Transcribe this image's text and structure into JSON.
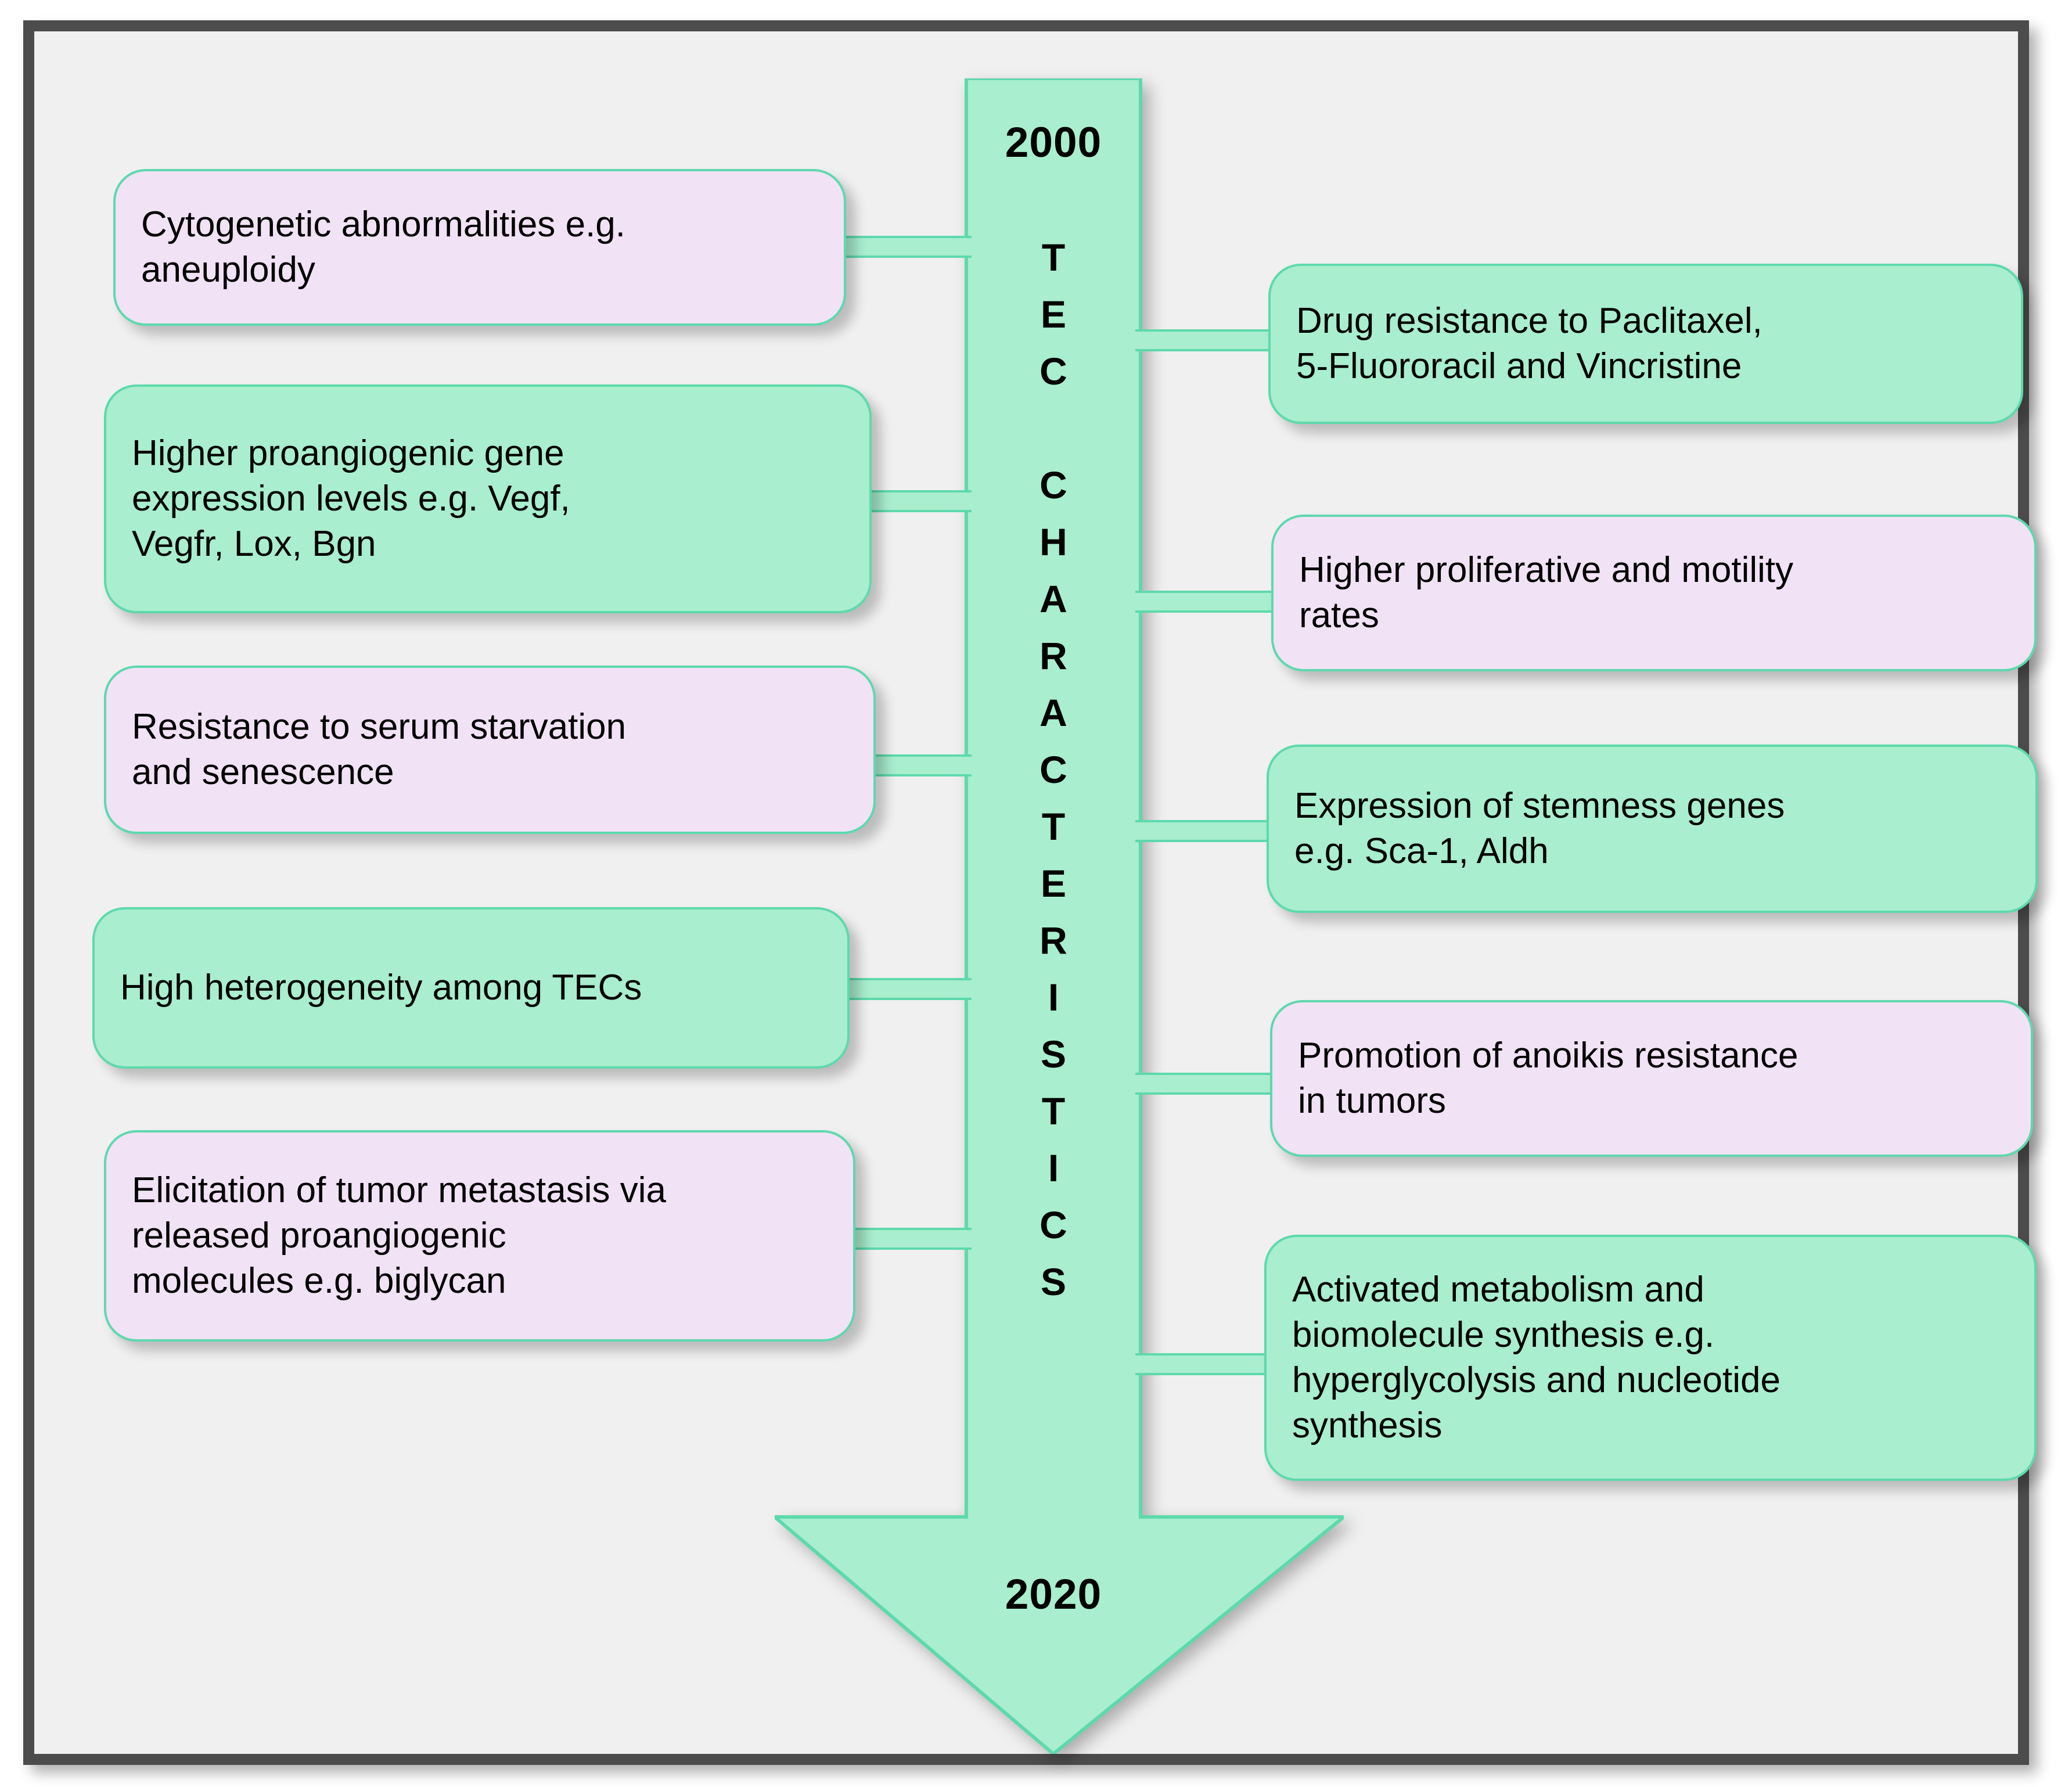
{
  "diagram": {
    "title_vertical": "T\nE\nC\n\nC\nH\nA\nR\nA\nC\nT\nE\nR\nI\nS\nT\nI\nC\nS",
    "timeline_start": "2000",
    "timeline_end": "2020",
    "colors": {
      "green_fill": "#a9eece",
      "pink_fill": "#f2e2f6",
      "border": "#5ed9ad",
      "frame": "#4c4c4c",
      "canvas": "#f0f0f0"
    },
    "left_items": [
      {
        "text": "Cytogenetic abnormalities e.g.\naneuploidy",
        "color": "pink"
      },
      {
        "text": "Higher proangiogenic gene\nexpression levels e.g. Vegf,\nVegfr, Lox, Bgn",
        "color": "green"
      },
      {
        "text": "Resistance to serum starvation\nand senescence",
        "color": "pink"
      },
      {
        "text": "High heterogeneity among TECs",
        "color": "green"
      },
      {
        "text": "Elicitation of tumor metastasis via\nreleased proangiogenic\nmolecules e.g. biglycan",
        "color": "pink"
      }
    ],
    "right_items": [
      {
        "text": "Drug resistance to Paclitaxel,\n5-Fluororacil and Vincristine",
        "color": "green"
      },
      {
        "text": "Higher proliferative and motility\nrates",
        "color": "pink"
      },
      {
        "text": "Expression of stemness genes\ne.g. Sca-1, Aldh",
        "color": "green"
      },
      {
        "text": "Promotion of anoikis resistance\nin tumors",
        "color": "pink"
      },
      {
        "text": "Activated metabolism and\nbiomolecule synthesis e.g.\nhyperglycolysis and nucleotide\nsynthesis",
        "color": "green"
      }
    ]
  }
}
